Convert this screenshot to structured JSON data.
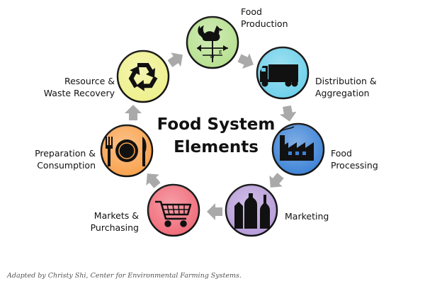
{
  "title": {
    "line1": "Food System",
    "line2": "Elements"
  },
  "elements": [
    {
      "key": "production",
      "line1": "Food",
      "line2": "Production",
      "color": "#b6e08e",
      "icon": "rooster-weathervane-icon"
    },
    {
      "key": "distribution",
      "line1": "Distribution &",
      "line2": "Aggregation",
      "color": "#6cd0ea",
      "icon": "truck-icon"
    },
    {
      "key": "processing",
      "line1": "Food",
      "line2": "Processing",
      "color": "#3b82d6",
      "icon": "factory-icon"
    },
    {
      "key": "marketing",
      "line1": "Marketing",
      "line2": "",
      "color": "#b69bd9",
      "icon": "bottles-icon"
    },
    {
      "key": "markets",
      "line1": "Markets &",
      "line2": "Purchasing",
      "color": "#f06a78",
      "icon": "shopping-cart-icon"
    },
    {
      "key": "preparation",
      "line1": "Preparation &",
      "line2": "Consumption",
      "color": "#f9a14b",
      "icon": "plate-fork-knife-icon"
    },
    {
      "key": "resource",
      "line1": "Resource &",
      "line2": "Waste Recovery",
      "color": "#eef08a",
      "icon": "recycle-icon"
    }
  ],
  "credit": "Adapted by Christy Shi, Center for Environmental Farming Systems."
}
